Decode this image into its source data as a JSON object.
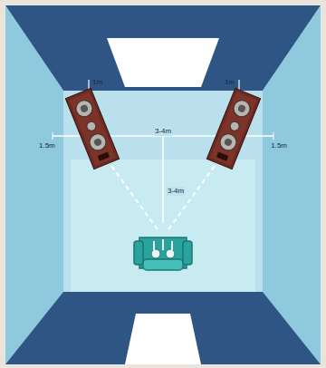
{
  "diagram": {
    "labels": [
      "1m",
      "1m",
      "3-4m",
      "1.5m",
      "1.5m",
      "3-4m"
    ]
  }
}
